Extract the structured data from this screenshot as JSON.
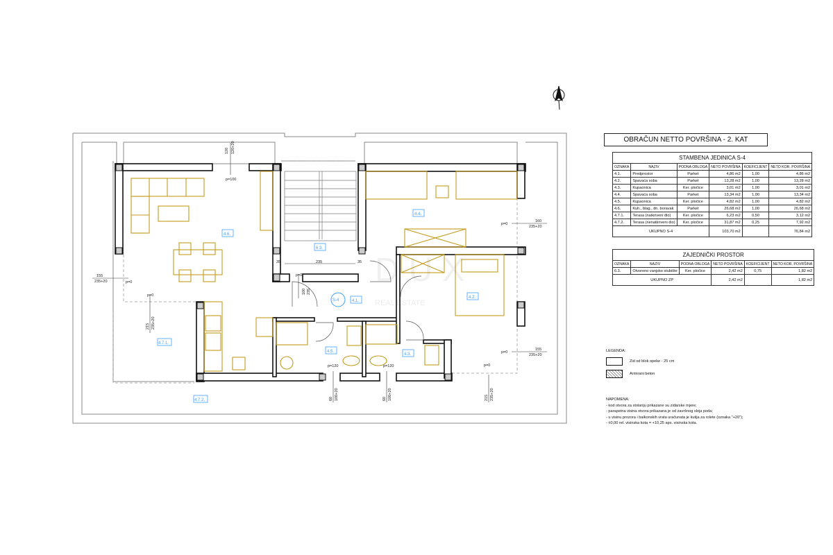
{
  "plan": {
    "rooms": {
      "living": "4.6.",
      "terrace_covered": "4.7.1.",
      "terrace_uncovered": "4.7.2.",
      "stairs": "6.3.",
      "bedroom_top": "4.4.",
      "bedroom_main": "4.2.",
      "hall": "4.1.",
      "bath_left": "4.5.",
      "bath_right": "4.3.",
      "unit": "S-4"
    },
    "dims": {
      "d1a": "120",
      "d1b": "120+20",
      "p100": "p=100",
      "d2a": "155",
      "d2b": "235+20",
      "p0a": "p=0",
      "p0b": "p=0",
      "d3a": "215",
      "d3b": "235+20",
      "d35a": "35",
      "d235": "235",
      "d35b": "35",
      "p0c": "p=0",
      "d4a": "100",
      "d4b": "235",
      "d5a": "160",
      "d5b": "235+20",
      "p0d": "p=0",
      "d6a": "155",
      "d6b": "235+20",
      "p0e": "p=0",
      "p0f": "p=0",
      "p120a": "p=120",
      "p120b": "p=120",
      "d7a": "60",
      "d7b": "100+20",
      "d8a": "60",
      "d8b": "100+20",
      "d9a": "215",
      "d9b": "235+20"
    },
    "watermark": {
      "logo": "DUX",
      "sub": "REAL ESTATE"
    },
    "colors": {
      "wall": "#111111",
      "furniture": "#c49a1c",
      "label": "#3fa0ff"
    }
  },
  "title": "OBRAČUN NETTO POVRŠINA - 2. KAT",
  "unit_table": {
    "caption": "STAMBENA JEDINICA S-4",
    "headers": [
      "OZNAKA",
      "NAZIV",
      "PODNA OBLOGA",
      "NETO POVRŠINA",
      "KOEFICIJENT",
      "NETO KOR. POVRŠINA"
    ],
    "rows": [
      [
        "4.1.",
        "Predprostor",
        "Parket",
        "4,86 m2",
        "1,00",
        "4,86 m2"
      ],
      [
        "4.2.",
        "Spavaća soba",
        "Parket",
        "13,28 m2",
        "1,00",
        "13,28 m2"
      ],
      [
        "4.3.",
        "Kupaonica",
        "Ker. pločice",
        "3,01 m2",
        "1,00",
        "3,01 m2"
      ],
      [
        "4.4.",
        "Spavaća soba",
        "Parket",
        "13,34 m2",
        "1,00",
        "13,34 m2"
      ],
      [
        "4.5.",
        "Kupaonica",
        "Ker. pločice",
        "4,82 m2",
        "1,00",
        "4,82 m2"
      ],
      [
        "4.6.",
        "Kuh., blag., dn. boravak",
        "Parket",
        "26,68 m2",
        "1,00",
        "26,68 m2"
      ],
      [
        "4.7.1.",
        "Terasa (natkriveni dio)",
        "Ker. pločice",
        "6,23 m2",
        "0,50",
        "3,12 m2"
      ],
      [
        "4.7.2.",
        "Terasa (nenatkriveni dio)",
        "Ker. pločice",
        "31,87 m2",
        "0,25",
        "7,92 m2"
      ]
    ],
    "total": {
      "label": "UKUPNO S-4",
      "neto": "103,70 m2",
      "kor": "76,84 m2"
    }
  },
  "common_table": {
    "caption": "ZAJEDNIČKI PROSTOR",
    "headers": [
      "OZNAKA",
      "NAZIV",
      "PODNA OBLOGA",
      "NETO POVRŠINA",
      "KOEFICIJENT",
      "NETO KOR. POVRŠINA"
    ],
    "rows": [
      [
        "6.3.",
        "Otvoreno vanjsko stubište",
        "Ker. pločice",
        "2,42 m2",
        "0,75",
        "1,82 m2"
      ]
    ],
    "total": {
      "label": "UKUPNO ZP",
      "neto": "2,42 m2",
      "kor": "1,82 m2"
    }
  },
  "legend": {
    "title": "LEGENDA:",
    "items": [
      "Zid od blok opeke - 25 cm",
      "Armirani beton"
    ]
  },
  "notes": {
    "title": "NAPOMENA:",
    "items": [
      "- kod otvora za stolariju prikazane su zidarske mjere;",
      "- parapetna visina otvora prikazana je od završnog sloja poda;",
      "- u visinu prozora i balkonskih vrata uračunata je kutija za rolete (oznaka \"+20\");",
      "- ±0,00 rel. visinska kota = +10,25 aps. visinska kota."
    ]
  }
}
